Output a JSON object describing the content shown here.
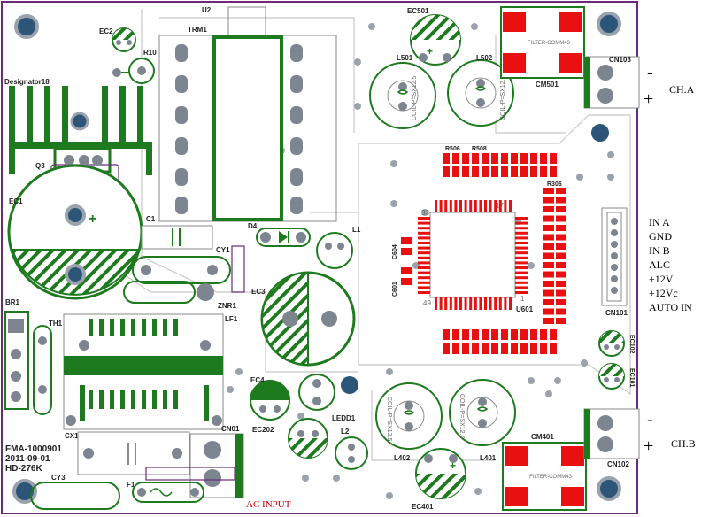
{
  "colors": {
    "board_outline": "#6b2a7a",
    "copper": "#1e7a1e",
    "pad": "#7d8590",
    "hole": "#2c5577",
    "smd": "#e81010",
    "trace": "#c8c8c8",
    "ac_input": "#cc0000"
  },
  "labels": {
    "u2": "U2",
    "trm1": "TRM1",
    "ec2": "EC2",
    "r10": "R10",
    "designator": "Designator18",
    "q3": "Q3",
    "ec1": "EC1",
    "c1": "C1",
    "d4": "D4",
    "l1": "L1",
    "cy1": "CY1",
    "ec3": "EC3",
    "znr1": "ZNR1",
    "br1": "BR1",
    "th1": "TH1",
    "lf1": "LF1",
    "ec4": "EC4",
    "ledd1": "LEDD1",
    "ec202": "EC202",
    "l2": "L2",
    "cx1": "CX1",
    "cn01": "CN01",
    "f1": "F1",
    "cy3": "CY3",
    "ec501": "EC501",
    "l501": "L501",
    "l502": "L502",
    "cm501": "CM501",
    "cn103": "CN103",
    "r506": "R506",
    "r508": "R508",
    "r306": "R306",
    "c604": "C604",
    "c601": "C601",
    "u601": "U601",
    "cn101": "CN101",
    "ec102": "EC102",
    "ec101": "EC101",
    "l402": "L402",
    "l401": "L401",
    "ec401": "EC401",
    "cm401": "CM401",
    "cn102": "CN102",
    "filter_top": "FILTER-COMM43",
    "filter_bottom": "FILTER-COMM43",
    "coil1": "COIL-P=SX12.5",
    "coil2": "COIL-P=SX12.5",
    "coil3": "COIL-P=SX12.5",
    "coil4": "COIL-P=SX12.5",
    "pin1": "1",
    "pin17": "17",
    "pin33": "33",
    "pin49": "49",
    "fma_line1": "FMA-1000901",
    "fma_line2": "2011-09-01",
    "fma_line3": "HD-276K",
    "ac_input": "AC INPUT"
  },
  "side_labels": {
    "minus_a": "-",
    "plus_a": "+",
    "cha": "CH.A",
    "minus_b": "-",
    "plus_b": "+",
    "chb": "CH.B",
    "io": [
      "IN A",
      "GND",
      "IN B",
      "ALC",
      "+12V",
      "+12Vc",
      "AUTO IN"
    ]
  }
}
